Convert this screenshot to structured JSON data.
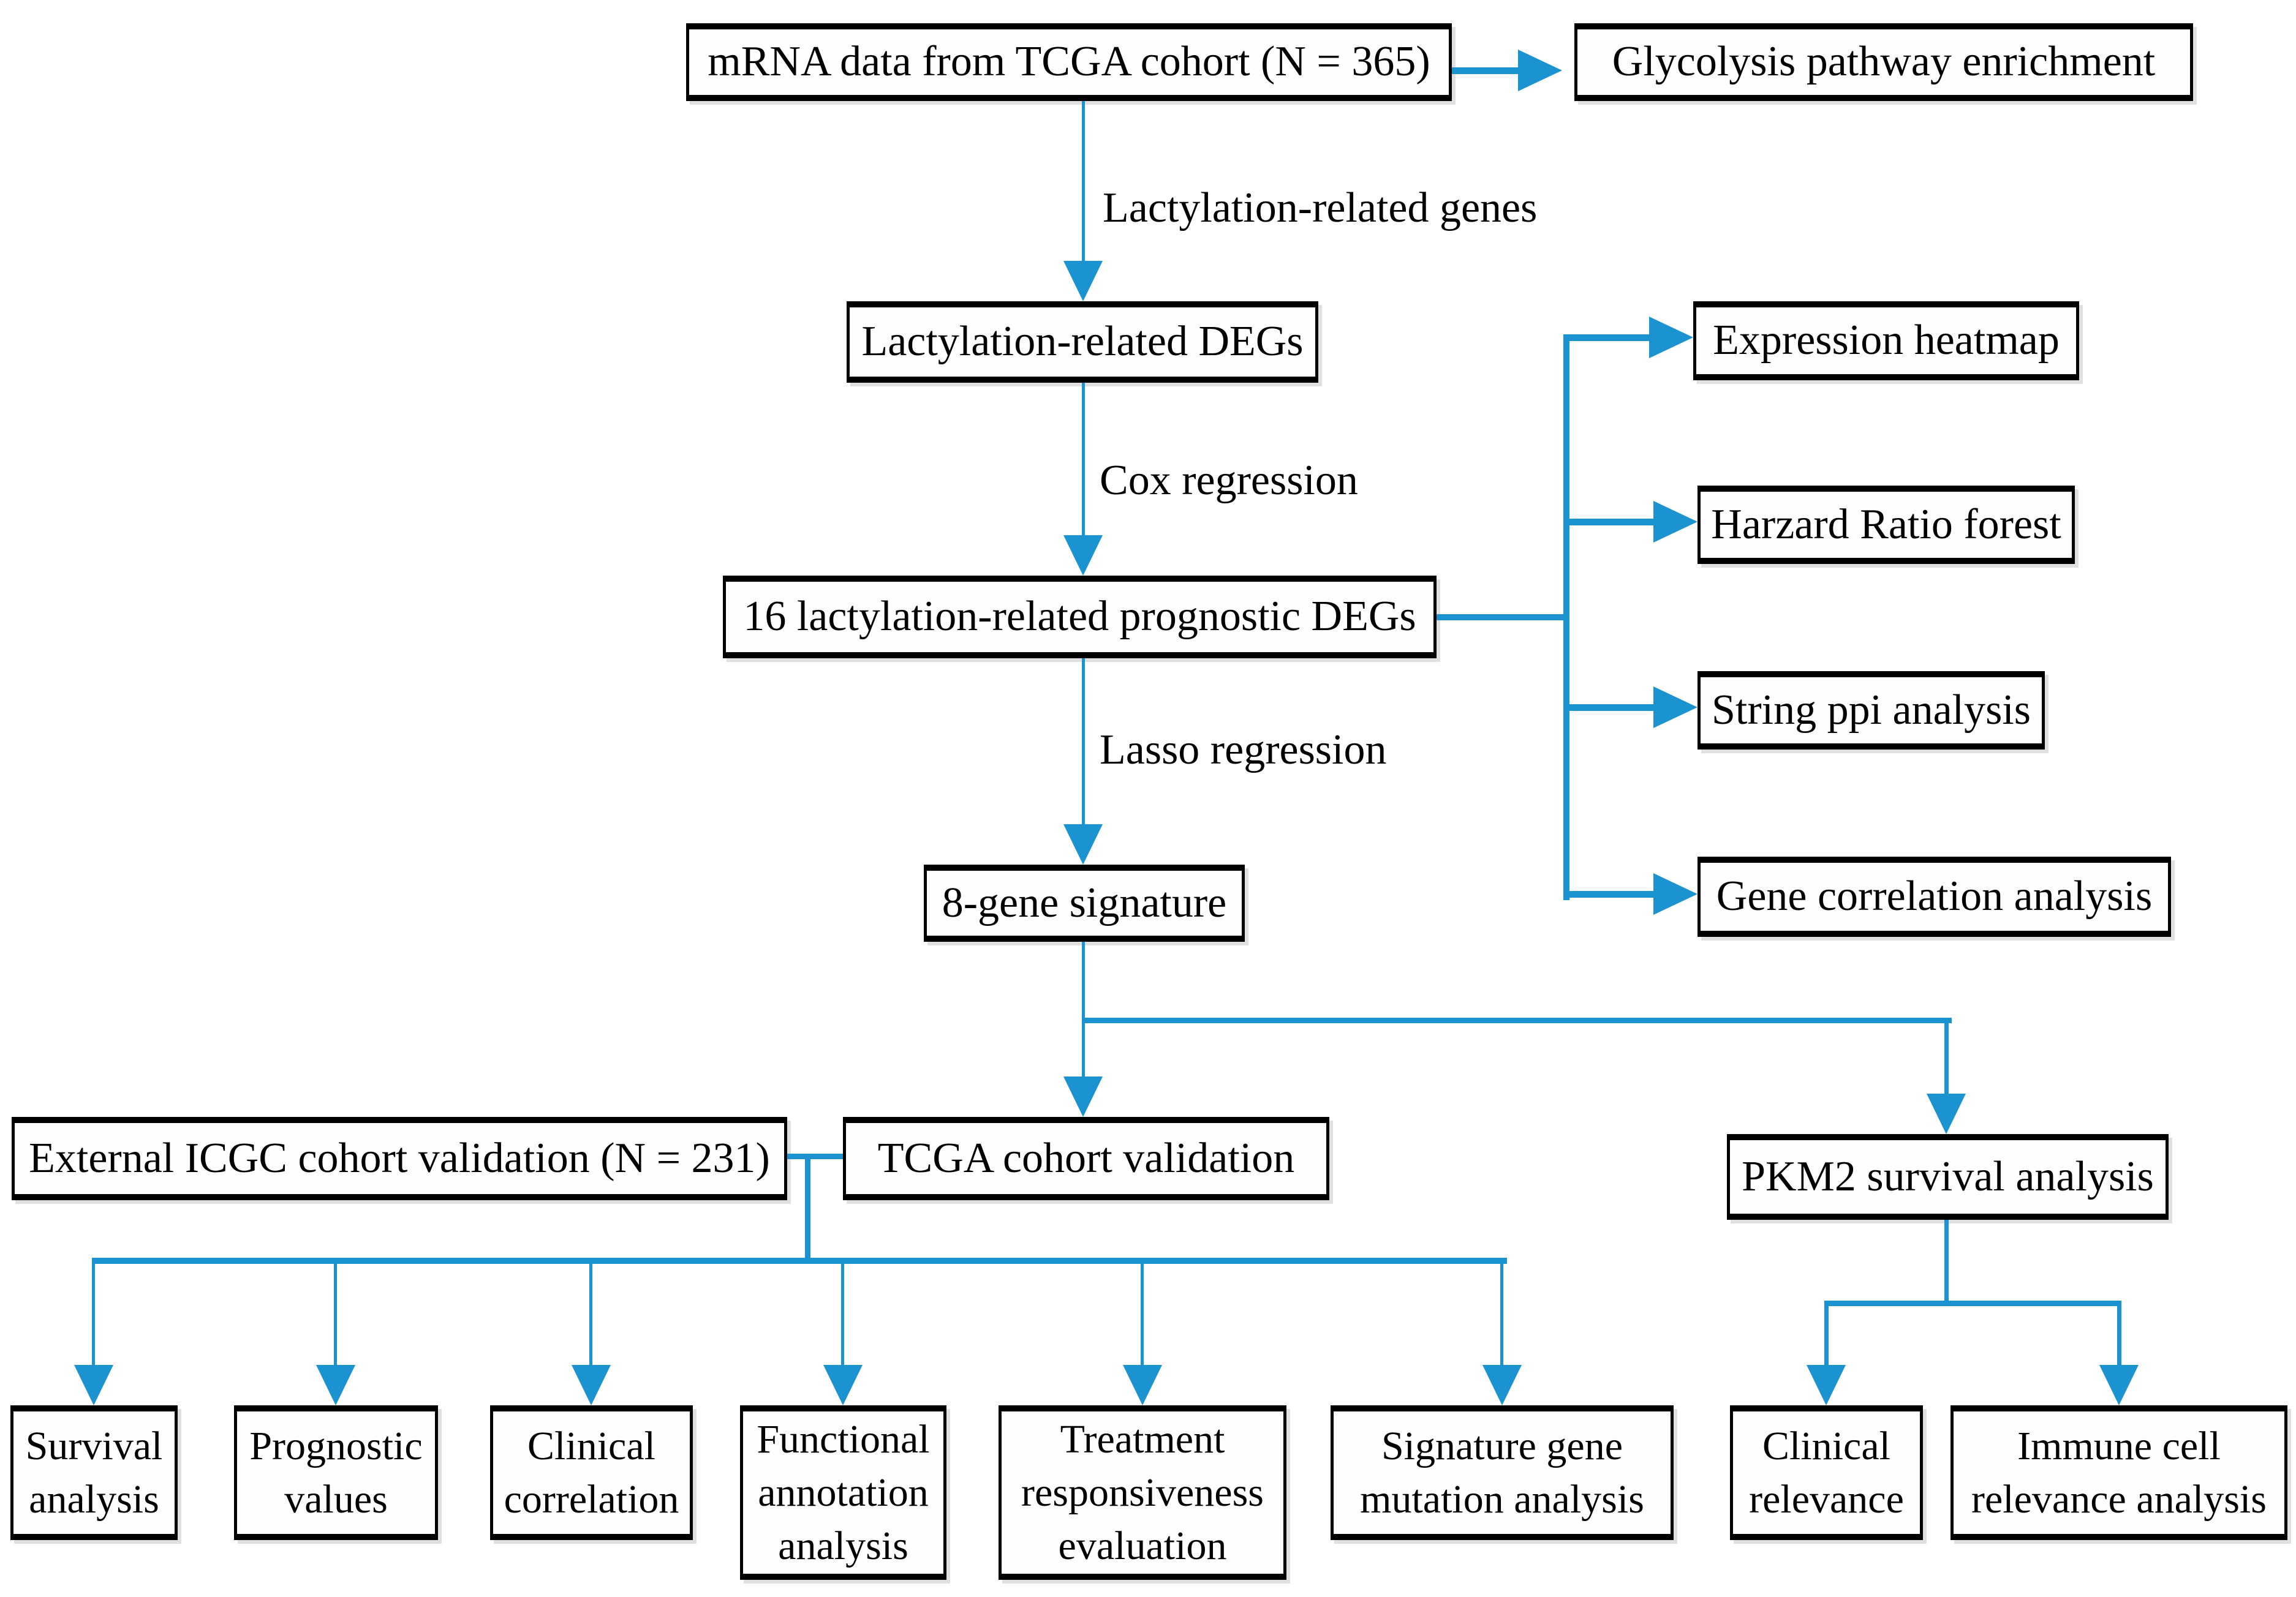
{
  "colors": {
    "accent": "#1b93d0",
    "box_border": "#000000",
    "background": "#ffffff"
  },
  "nodes": {
    "mrna": "mRNA data from TCGA cohort (N = 365)",
    "glycolysis": "Glycolysis pathway enrichment",
    "lact_degs": "Lactylation-related DEGs",
    "prognostic_degs": "16 lactylation-related prognostic DEGs",
    "expression_heatmap": "Expression heatmap",
    "hazard_forest": "Harzard Ratio forest",
    "string_ppi": "String ppi analysis",
    "gene_corr": "Gene correlation analysis",
    "gene8": "8-gene signature",
    "icgc": "External ICGC cohort validation (N = 231)",
    "tcga_validation": "TCGA cohort validation",
    "pkm2": "PKM2 survival analysis",
    "survival": "Survival analysis",
    "prognostic_values": "Prognostic values",
    "clinical_correlation": "Clinical correlation",
    "functional_annotation": "Functional annotation analysis",
    "treatment": "Treatment responsiveness evaluation",
    "signature_mutation": "Signature gene mutation analysis",
    "clinical_relevance": "Clinical relevance",
    "immune_cell": "Immune cell relevance analysis"
  },
  "edge_labels": {
    "lact_genes": "Lactylation-related genes",
    "cox": "Cox regression",
    "lasso": "Lasso regression"
  }
}
